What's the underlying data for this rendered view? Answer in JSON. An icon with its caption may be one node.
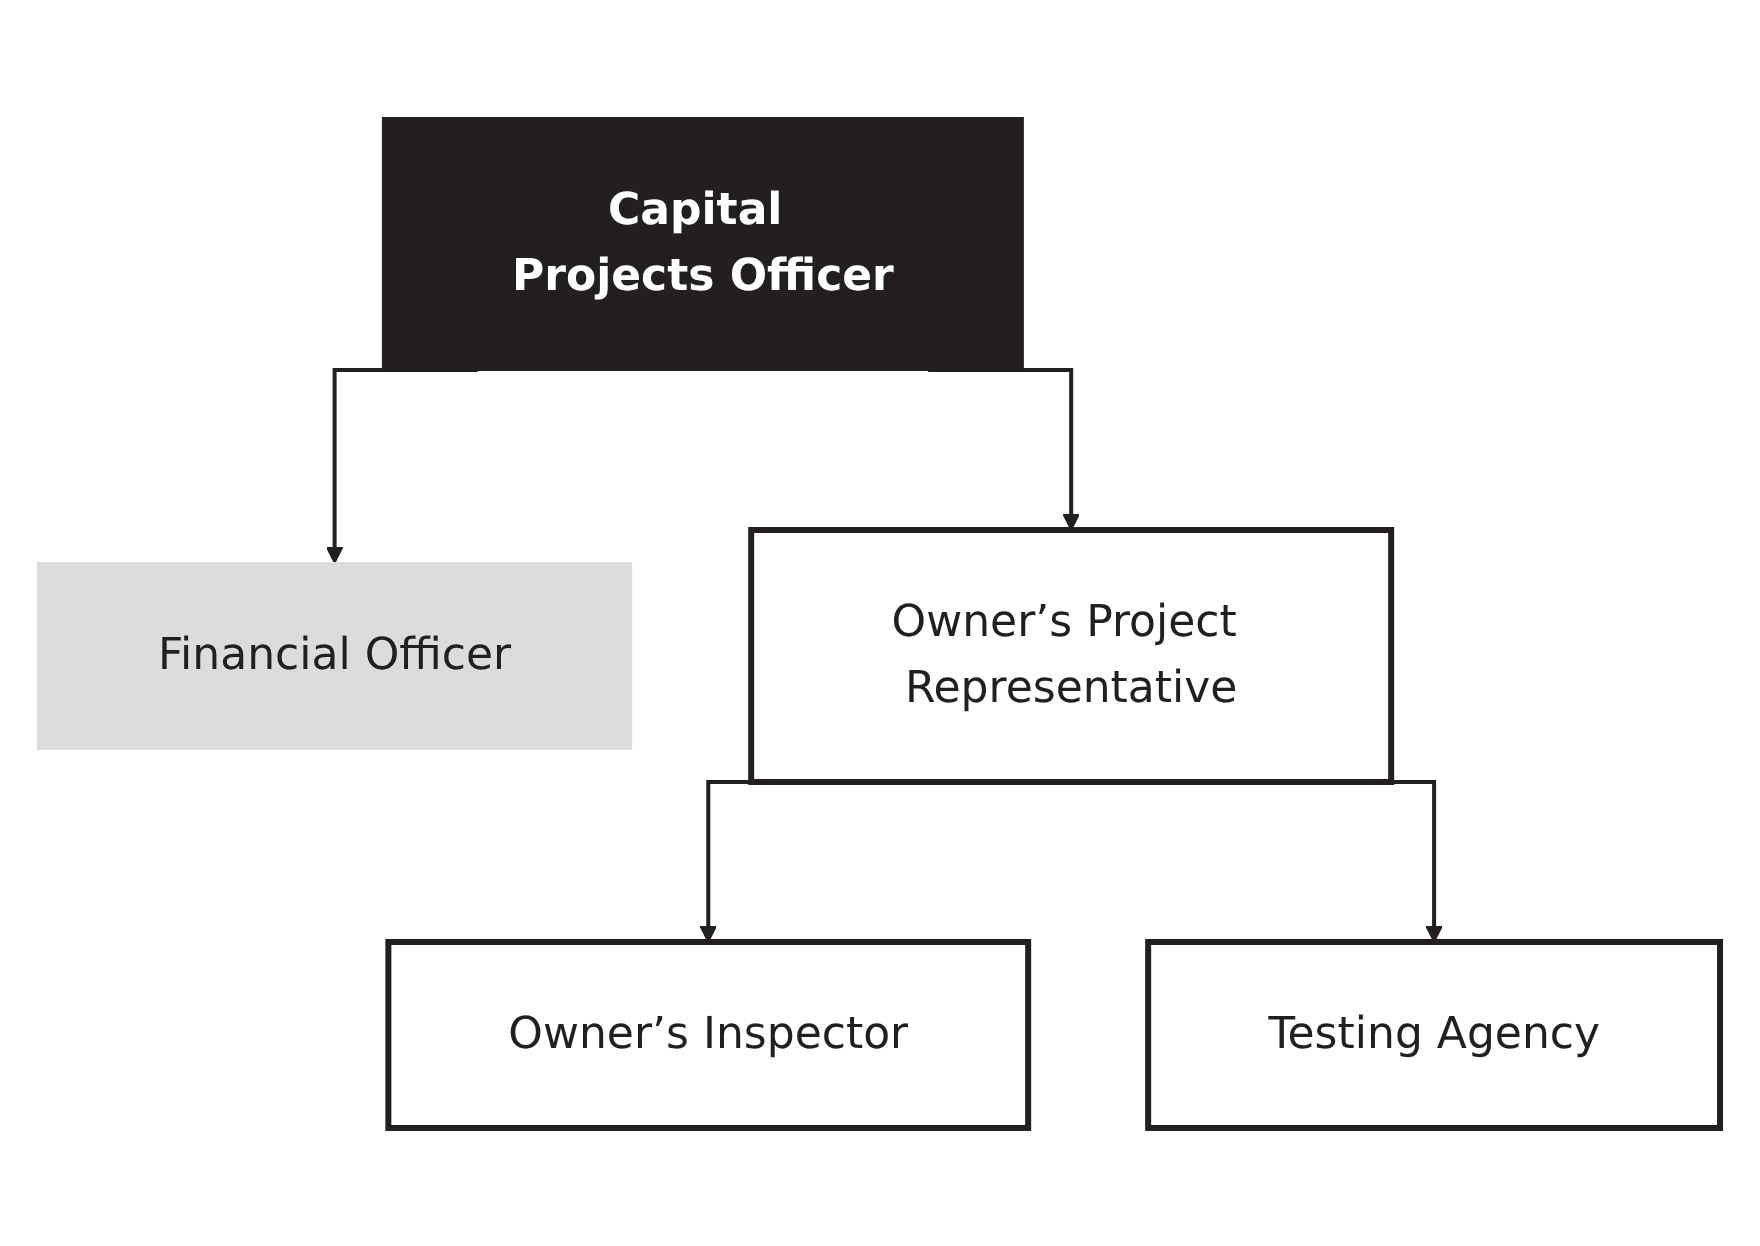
{
  "diagram": {
    "nodes": [
      {
        "text": [
          "Capital Projects Officer"
        ]
      },
      {
        "text": [
          "Financial Officer"
        ]
      },
      {
        "text": [
          "Owner’s Project Representative"
        ]
      },
      {
        "text": [
          "Owner’s Inspector"
        ]
      },
      {
        "text": [
          "Testing Agency"
        ]
      }
    ],
    "edges": [
      {
        "from": 0,
        "to": 1,
        "arrow": "to"
      },
      {
        "from": 0,
        "to": 2,
        "arrow": "to"
      },
      {
        "from": 2,
        "to": 3,
        "arrow": "to"
      },
      {
        "from": 2,
        "to": 4,
        "arrow": "to"
      }
    ]
  }
}
